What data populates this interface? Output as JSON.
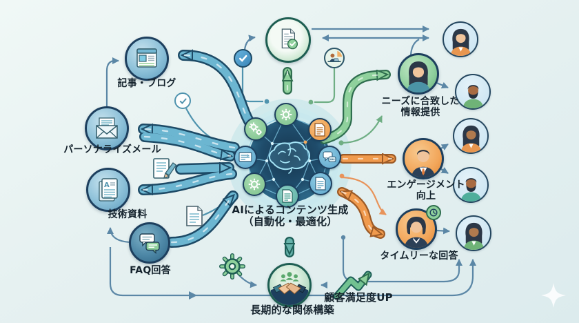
{
  "center": {
    "line1": "AIによるコンテンツ生成",
    "line2": "（自動化・最適化）"
  },
  "inputs": [
    {
      "id": "article-blog",
      "label": "記事・ブログ"
    },
    {
      "id": "personalized-mail",
      "label": "パーソナライズメール"
    },
    {
      "id": "tech-docs",
      "label": "技術資料",
      "doc_letter": "A"
    },
    {
      "id": "faq",
      "label": "FAQ回答"
    }
  ],
  "outcomes": [
    {
      "id": "needs",
      "line1": "ニーズに合致した",
      "line2": "情報提供"
    },
    {
      "id": "engagement",
      "line1": "エンゲージメント",
      "line2": "向上"
    },
    {
      "id": "timely",
      "line1": "タイムリーな回答"
    }
  ],
  "bottom": {
    "relationship": "長期的な関係構築",
    "satisfaction": "顧客満足度UP"
  },
  "icons": {
    "center": "brain-network-icon",
    "top": "approved-document-icon",
    "satellites": [
      "gear-icon",
      "double-gear-icon",
      "document-icon",
      "card-icon",
      "chat-icon",
      "gear-icon",
      "document-icon",
      "document-icon"
    ]
  },
  "colors": {
    "arrow_blue": "#6cb6d1",
    "arrow_green": "#8fd19c",
    "arrow_orange": "#f09a4d",
    "arrow_teal": "#66b3ab",
    "hub_navy": "#1a3c59",
    "background": "#e6f1f1"
  }
}
